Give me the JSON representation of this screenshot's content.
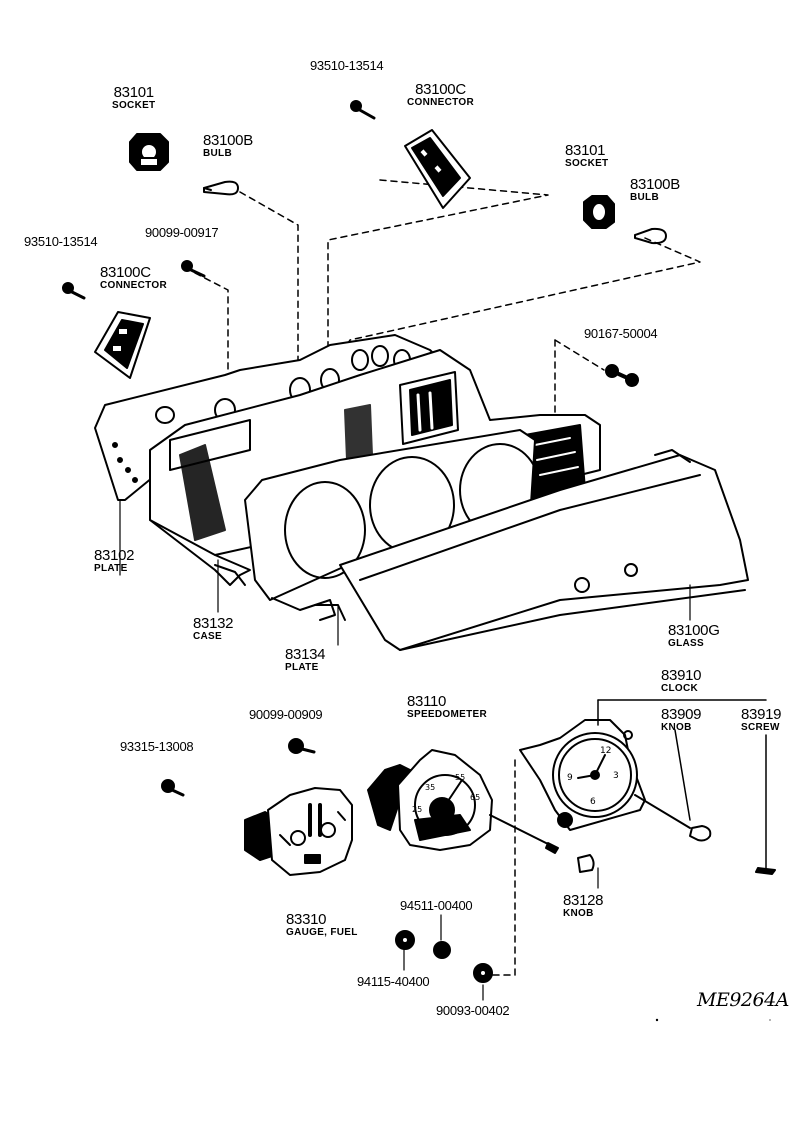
{
  "callouts": [
    {
      "part": "83101",
      "name": "SOCKET"
    },
    {
      "part": "93510-13514",
      "name": ""
    },
    {
      "part": "83100C",
      "name": "CONNECTOR"
    },
    {
      "part": "83100B",
      "name": "BULB"
    },
    {
      "part": "83101",
      "name": "SOCKET"
    },
    {
      "part": "83100B",
      "name": "BULB"
    },
    {
      "part": "93510-13514",
      "name": ""
    },
    {
      "part": "90099-00917",
      "name": ""
    },
    {
      "part": "83100C",
      "name": "CONNECTOR"
    },
    {
      "part": "90167-50004",
      "name": ""
    },
    {
      "part": "83102",
      "name": "PLATE"
    },
    {
      "part": "83132",
      "name": "CASE"
    },
    {
      "part": "83134",
      "name": "PLATE"
    },
    {
      "part": "83100G",
      "name": "GLASS"
    },
    {
      "part": "83910",
      "name": "CLOCK"
    },
    {
      "part": "83909",
      "name": "KNOB"
    },
    {
      "part": "83919",
      "name": "SCREW"
    },
    {
      "part": "90099-00909",
      "name": ""
    },
    {
      "part": "83110",
      "name": "SPEEDOMETER"
    },
    {
      "part": "93315-13008",
      "name": ""
    },
    {
      "part": "83310",
      "name": "GAUGE, FUEL"
    },
    {
      "part": "94511-00400",
      "name": ""
    },
    {
      "part": "83128",
      "name": "KNOB"
    },
    {
      "part": "94115-40400",
      "name": ""
    },
    {
      "part": "90093-00402",
      "name": ""
    }
  ],
  "drawing_code": "ME9264A",
  "line_color": "#000000",
  "background": "#ffffff"
}
